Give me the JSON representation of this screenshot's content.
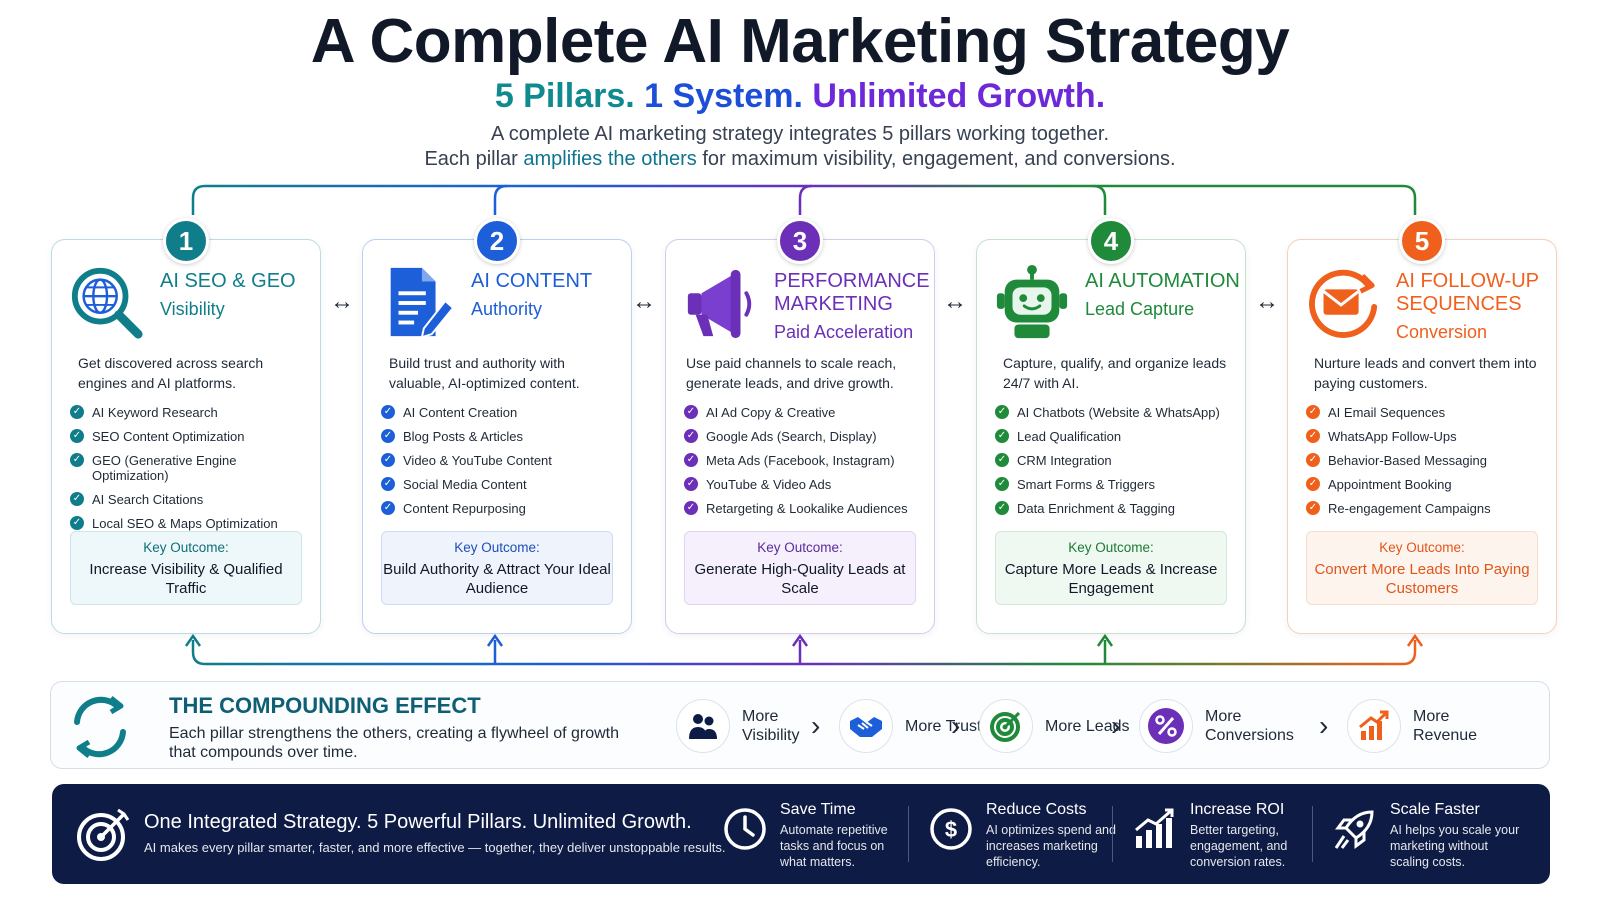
{
  "header": {
    "title": "A Complete AI Marketing Strategy",
    "subtitle_1": "5 Pillars.",
    "subtitle_2": "1 System.",
    "subtitle_3": "Unlimited Growth.",
    "intro_line1": "A complete AI marketing strategy integrates 5 pillars working together.",
    "intro_line2_a": "Each pillar ",
    "intro_line2_hl": "amplifies the others",
    "intro_line2_b": " for maximum visibility, engagement, and conversions."
  },
  "colors": {
    "p1": "#0f7e8a",
    "p2": "#1d5fd8",
    "p3": "#6b2fb8",
    "p4": "#1e8a3a",
    "p5": "#f0601d",
    "navy": "#0d1b45"
  },
  "pillars": [
    {
      "number": "1",
      "icon": "globe-search-icon",
      "title": "AI SEO & GEO",
      "subtitle": "Visibility",
      "desc": "Get discovered across search engines and AI platforms.",
      "items": [
        "AI Keyword Research",
        "SEO Content Optimization",
        "GEO (Generative Engine Optimization)",
        "AI Search Citations",
        "Local SEO & Maps Optimization"
      ],
      "outcome_label": "Key Outcome:",
      "outcome": "Increase Visibility & Qualified Traffic"
    },
    {
      "number": "2",
      "icon": "document-pen-icon",
      "title": "AI CONTENT",
      "subtitle": "Authority",
      "desc": "Build trust and authority with valuable, AI-optimized content.",
      "items": [
        "AI Content Creation",
        "Blog Posts & Articles",
        "Video & YouTube Content",
        "Social Media Content",
        "Content Repurposing"
      ],
      "outcome_label": "Key Outcome:",
      "outcome": "Build Authority & Attract Your Ideal Audience"
    },
    {
      "number": "3",
      "icon": "megaphone-icon",
      "title": "PERFORMANCE MARKETING",
      "subtitle": "Paid Acceleration",
      "desc": "Use paid channels to scale reach, generate leads, and drive growth.",
      "items": [
        "AI Ad Copy & Creative",
        "Google Ads (Search, Display)",
        "Meta Ads (Facebook, Instagram)",
        "YouTube & Video Ads",
        "Retargeting & Lookalike Audiences"
      ],
      "outcome_label": "Key Outcome:",
      "outcome": "Generate High-Quality Leads at Scale"
    },
    {
      "number": "4",
      "icon": "robot-icon",
      "title": "AI AUTOMATION",
      "subtitle": "Lead Capture",
      "desc": "Capture, qualify, and organize leads 24/7 with AI.",
      "items": [
        "AI Chatbots (Website & WhatsApp)",
        "Lead Qualification",
        "CRM Integration",
        "Smart Forms & Triggers",
        "Data Enrichment & Tagging"
      ],
      "outcome_label": "Key Outcome:",
      "outcome": "Capture More Leads & Increase Engagement"
    },
    {
      "number": "5",
      "icon": "email-cycle-icon",
      "title": "AI FOLLOW-UP SEQUENCES",
      "subtitle": "Conversion",
      "desc": "Nurture leads and convert them into paying customers.",
      "items": [
        "AI Email Sequences",
        "WhatsApp Follow-Ups",
        "Behavior-Based Messaging",
        "Appointment Booking",
        "Re-engagement Campaigns"
      ],
      "outcome_label": "Key Outcome:",
      "outcome": "Convert More Leads Into Paying Customers"
    }
  ],
  "compound": {
    "title": "THE COMPOUNDING EFFECT",
    "desc": "Each pillar strengthens the others, creating a flywheel of growth that compounds over time.",
    "flow": [
      {
        "label": "More Visibility",
        "icon": "people-icon"
      },
      {
        "label": "More Trust",
        "icon": "handshake-icon"
      },
      {
        "label": "More Leads",
        "icon": "target-icon"
      },
      {
        "label": "More Conversions",
        "icon": "percent-icon"
      },
      {
        "label": "More Revenue",
        "icon": "growth-chart-icon"
      }
    ]
  },
  "banner": {
    "title": "One Integrated Strategy. 5 Powerful Pillars. Unlimited Growth.",
    "subtitle": "AI makes every pillar smarter, faster, and more effective — together, they deliver unstoppable results.",
    "benefits": [
      {
        "title": "Save Time",
        "desc": "Automate repetitive tasks and focus on what matters.",
        "icon": "clock-icon"
      },
      {
        "title": "Reduce Costs",
        "desc": "AI optimizes spend and increases marketing efficiency.",
        "icon": "dollar-icon"
      },
      {
        "title": "Increase ROI",
        "desc": "Better targeting, engagement, and conversion rates.",
        "icon": "bar-chart-icon"
      },
      {
        "title": "Scale Faster",
        "desc": "AI helps you scale your marketing without scaling costs.",
        "icon": "rocket-icon"
      }
    ]
  }
}
